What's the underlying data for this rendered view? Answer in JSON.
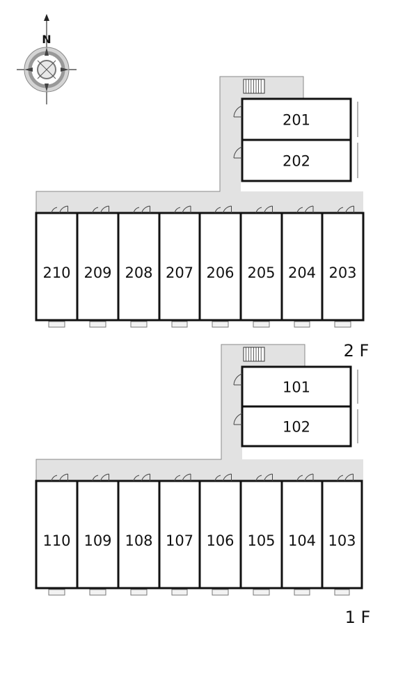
{
  "compass": {
    "north_label": "N"
  },
  "floors": [
    {
      "label": "2 F",
      "side_units": [
        "201",
        "202"
      ],
      "row_units": [
        "210",
        "209",
        "208",
        "207",
        "206",
        "205",
        "204",
        "203"
      ]
    },
    {
      "label": "1 F",
      "side_units": [
        "101",
        "102"
      ],
      "row_units": [
        "110",
        "109",
        "108",
        "107",
        "106",
        "105",
        "104",
        "103"
      ]
    }
  ]
}
